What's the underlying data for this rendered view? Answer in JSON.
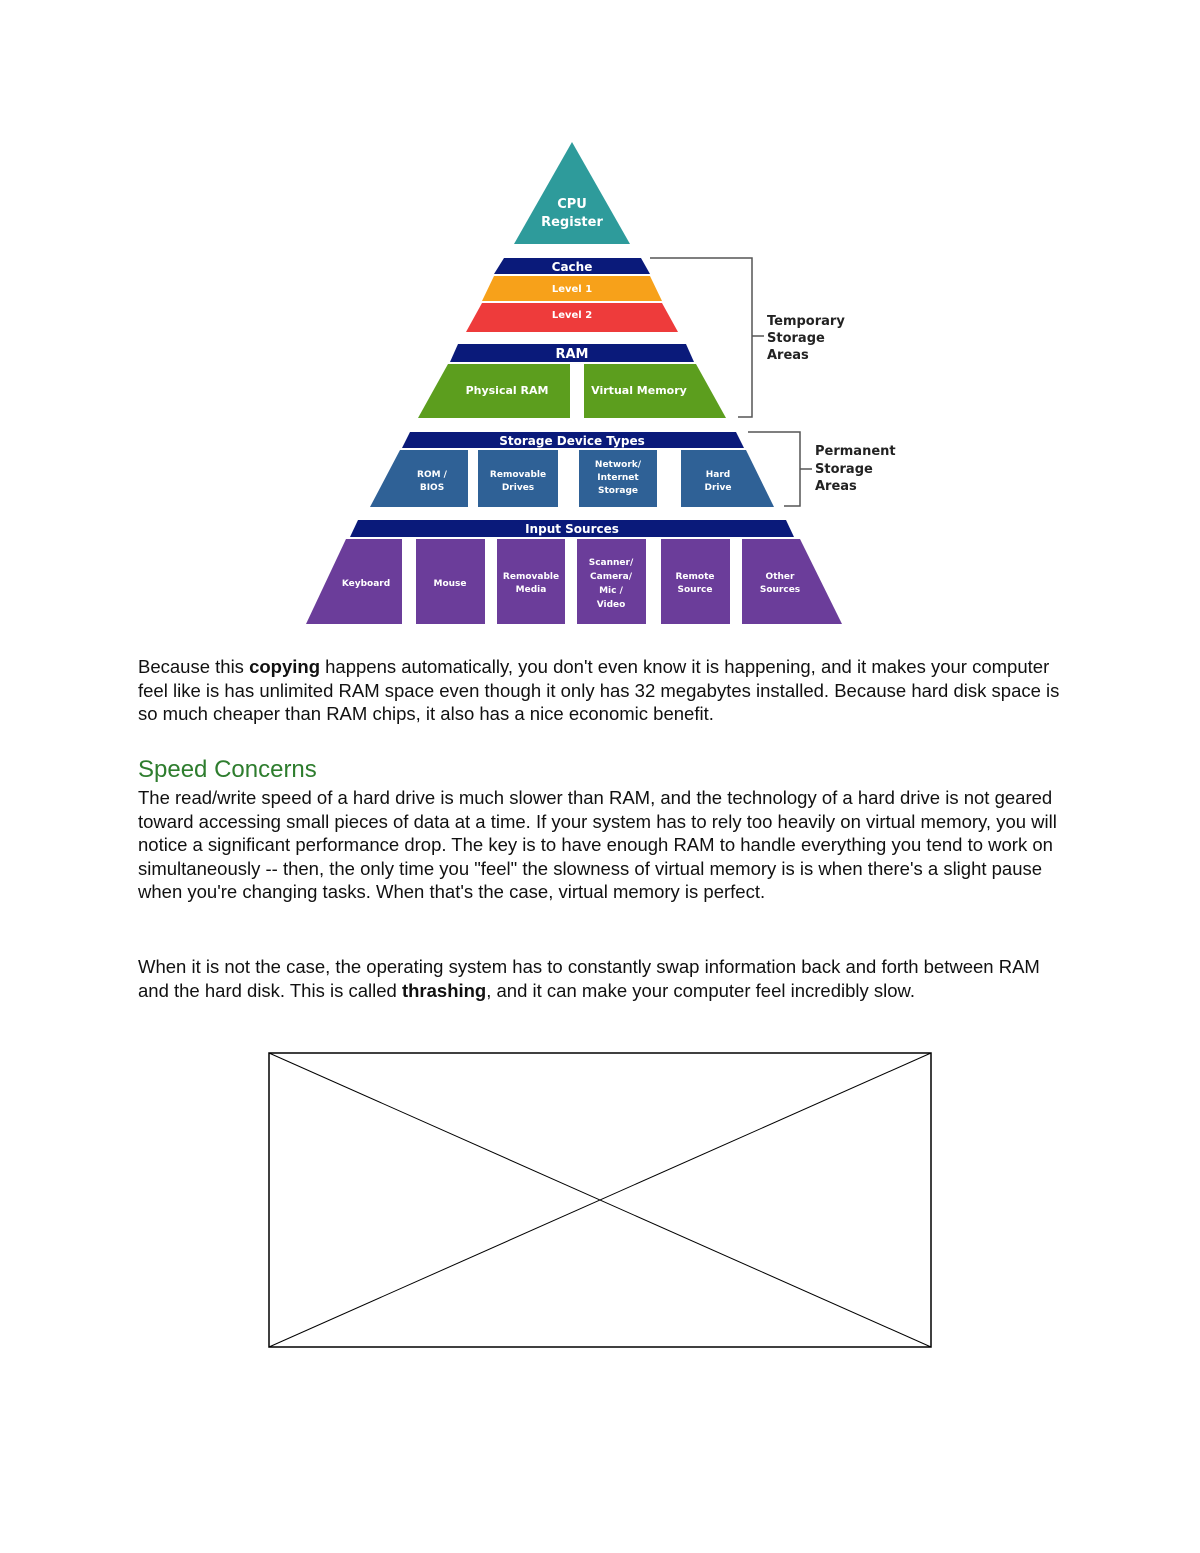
{
  "pyramid": {
    "cpu": [
      "CPU",
      "Register"
    ],
    "cache": {
      "title": "Cache",
      "level1": "Level 1",
      "level2": "Level 2"
    },
    "ram": {
      "title": "RAM",
      "physical": "Physical RAM",
      "virtual": "Virtual Memory"
    },
    "storage": {
      "title": "Storage Device Types",
      "rom": [
        "ROM /",
        "BIOS"
      ],
      "removable": [
        "Removable",
        "Drives"
      ],
      "network": [
        "Network/",
        "Internet",
        "Storage"
      ],
      "hard": [
        "Hard",
        "Drive"
      ]
    },
    "input": {
      "title": "Input Sources",
      "keyboard": "Keyboard",
      "mouse": "Mouse",
      "removable": [
        "Removable",
        "Media"
      ],
      "scanner": [
        "Scanner/",
        "Camera/",
        "Mic /",
        "Video"
      ],
      "remote": [
        "Remote",
        "Source"
      ],
      "other": [
        "Other",
        "Sources"
      ]
    },
    "temporary": [
      "Temporary",
      "Storage",
      "Areas"
    ],
    "permanent": [
      "Permanent",
      "Storage",
      "Areas"
    ],
    "colors": {
      "cpu": "#2e9b9b",
      "navy": "#0a1a7a",
      "orange": "#f7a11a",
      "red": "#ee3b3b",
      "green": "#5c9e1e",
      "blue": "#2f6196",
      "purple": "#6b3d9a"
    }
  },
  "paragraph1": {
    "before": "Because this ",
    "bold": "copying",
    "after": " happens automatically, you don't even know it is happening, and it makes your computer feel like is has unlimited RAM space even though it only has 32 megabytes installed. Because hard disk space is so much cheaper than RAM chips, it also has a nice economic benefit."
  },
  "heading": "Speed Concerns",
  "paragraph2": "The read/write speed of a hard drive is much slower than RAM, and the technology of a hard drive is not geared toward accessing small pieces of data at a time. If your system has to rely too heavily on virtual memory, you will notice a significant performance drop. The key is to have enough RAM to handle everything you tend to work on simultaneously -- then, the only time you \"feel\" the slowness of virtual memory is is when there's a slight pause when you're changing tasks. When that's the case, virtual memory is perfect.",
  "paragraph3": {
    "before": "When it is not the case, the operating system has to constantly swap information back and forth between RAM and the hard disk. This is called ",
    "bold": "thrashing",
    "after": ", and it can make your computer feel incredibly slow."
  }
}
